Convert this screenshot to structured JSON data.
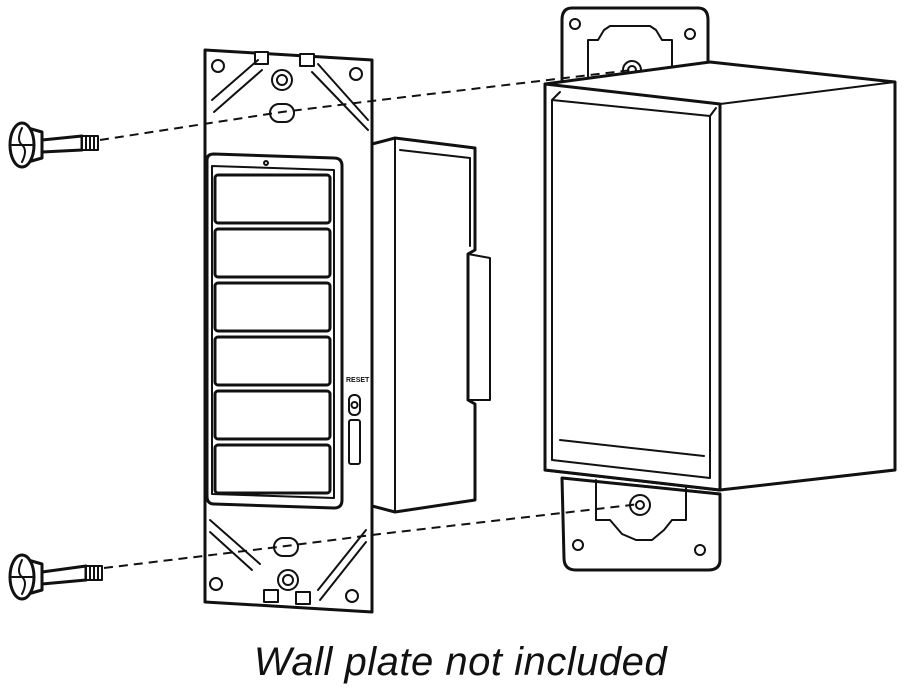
{
  "caption": "Wall plate not included",
  "device": {
    "reset_label": "RESET",
    "button_count": 6
  }
}
